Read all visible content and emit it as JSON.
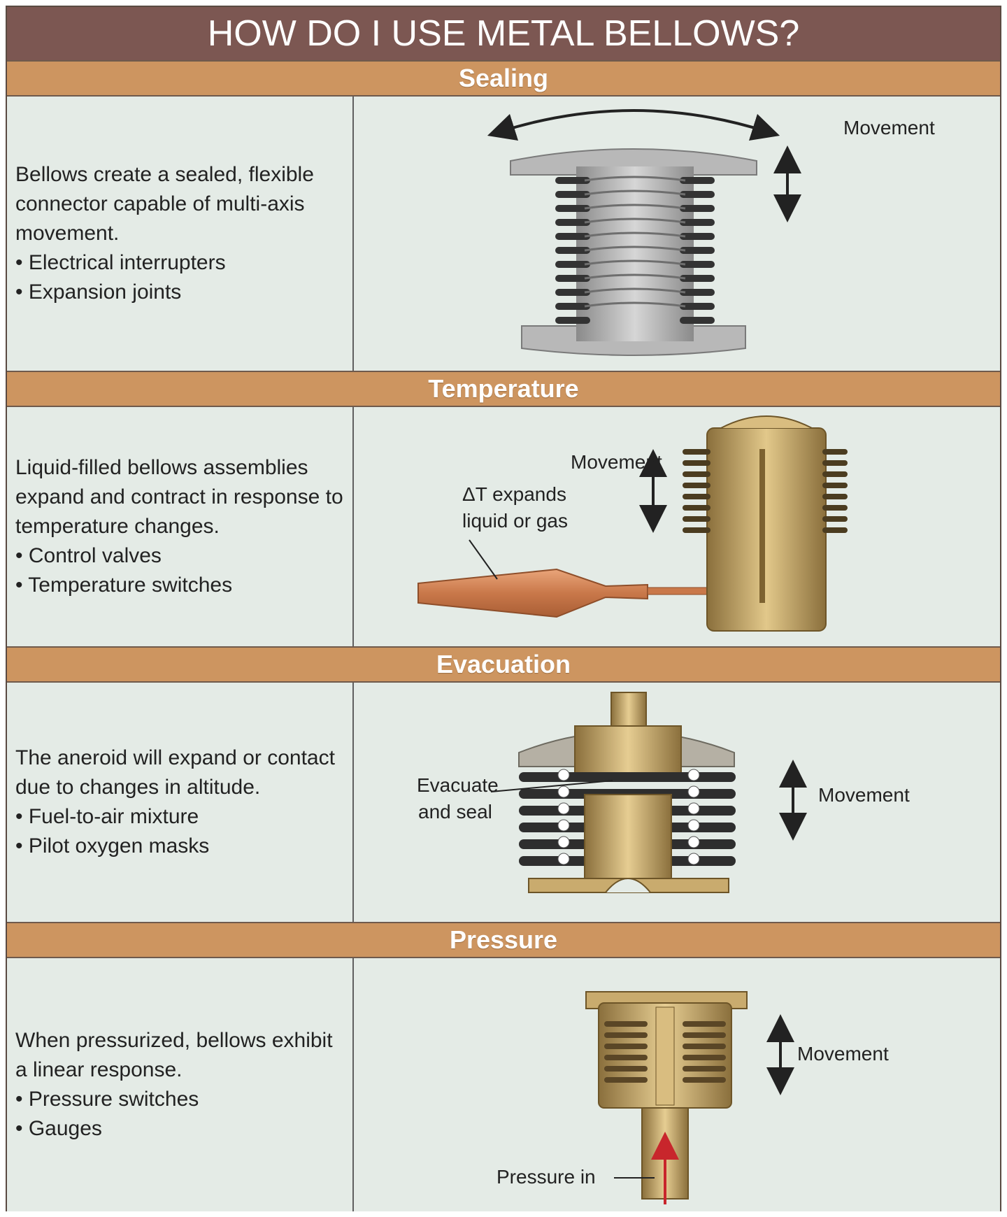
{
  "title": "HOW DO I USE METAL BELLOWS?",
  "sections": [
    {
      "heading": "Sealing",
      "description": "Bellows create a sealed, flexible connector capable of multi-axis movement.",
      "bullets": [
        "Electrical interrupters",
        "Expansion joints"
      ],
      "labels": {
        "movement": "Movement"
      }
    },
    {
      "heading": "Temperature",
      "description": "Liquid-filled bellows assemblies expand and contract in response to temperature changes.",
      "bullets": [
        "Control valves",
        "Temperature switches"
      ],
      "labels": {
        "movement": "Movement",
        "delta_t": "ΔT expands",
        "delta_t_2": "liquid or gas"
      }
    },
    {
      "heading": "Evacuation",
      "description": "The aneroid will expand or contact due to changes in altitude.",
      "bullets": [
        "Fuel-to-air mixture",
        "Pilot oxygen masks"
      ],
      "labels": {
        "movement": "Movement",
        "evacuate": "Evacuate",
        "evacuate_2": "and seal"
      }
    },
    {
      "heading": "Pressure",
      "description": "When pressurized, bellows exhibit a linear response.",
      "bullets": [
        "Pressure switches",
        "Gauges"
      ],
      "labels": {
        "movement": "Movement",
        "pressure_in": "Pressure in"
      }
    }
  ],
  "colors": {
    "title_bg": "#7c5752",
    "heading_bg": "#cd9560",
    "panel_bg": "#e4ebe6",
    "steel": "#a9a9a9",
    "brass": "#c9ab6e",
    "copper": "#d4895a",
    "pressure_arrow": "#c8262c"
  }
}
